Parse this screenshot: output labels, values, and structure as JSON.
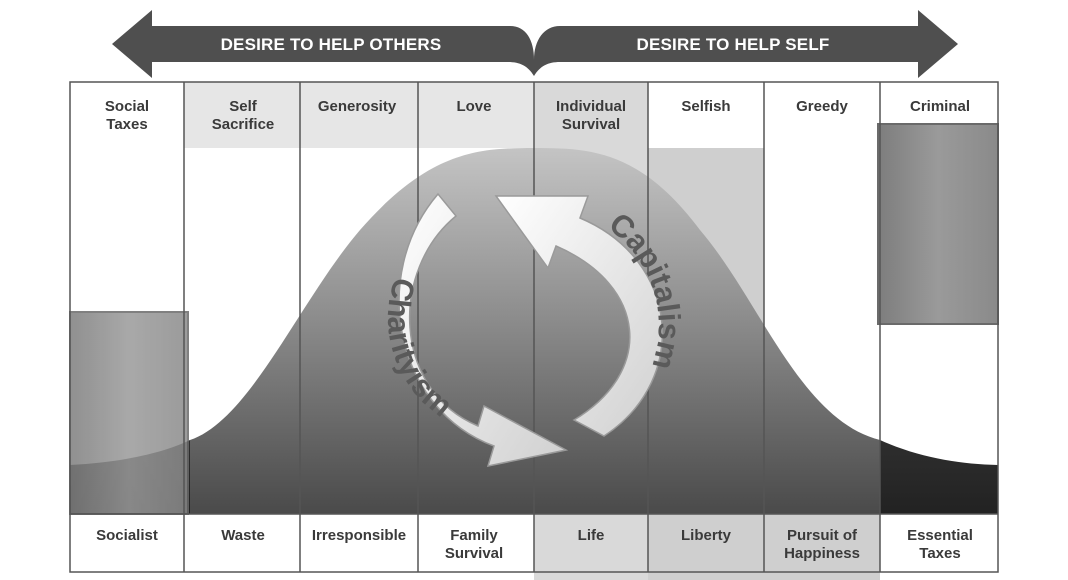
{
  "header": {
    "left_label": "DESIRE TO HELP OTHERS",
    "right_label": "DESIRE TO HELP SELF"
  },
  "columns": [
    {
      "top": [
        "Social",
        "Taxes"
      ],
      "bottom": [
        "Socialist"
      ]
    },
    {
      "top": [
        "Self",
        "Sacrifice"
      ],
      "bottom": [
        "Waste"
      ]
    },
    {
      "top": [
        "Generosity"
      ],
      "bottom": [
        "Irresponsible"
      ]
    },
    {
      "top": [
        "Love"
      ],
      "bottom": [
        "Family",
        "Survival"
      ]
    },
    {
      "top": [
        "Individual",
        "Survival"
      ],
      "bottom": [
        "Life"
      ]
    },
    {
      "top": [
        "Selfish"
      ],
      "bottom": [
        "Liberty"
      ]
    },
    {
      "top": [
        "Greedy"
      ],
      "bottom": [
        "Pursuit of",
        "Happiness"
      ]
    },
    {
      "top": [
        "Criminal"
      ],
      "bottom": [
        "Essential",
        "Taxes"
      ]
    }
  ],
  "cycle": {
    "left_label": "Charityism",
    "right_label": "Capitalism"
  },
  "colors": {
    "arrow": "#4f4f4f",
    "curve_fill": "#8e8e8e",
    "grid_line": "#555555",
    "highlight": "#e6e6e6",
    "text": "#3a3a3a",
    "tax_block": "#8a8a8a"
  }
}
